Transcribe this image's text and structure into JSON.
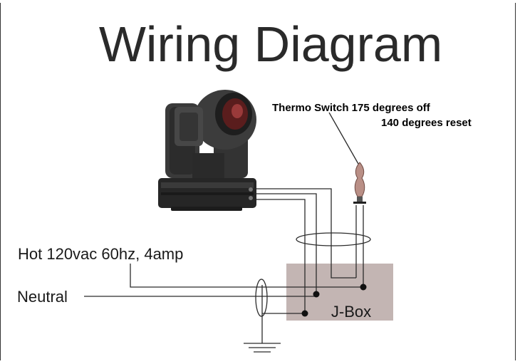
{
  "title": "Wiring Diagram",
  "thermo_switch": {
    "line1": "Thermo Switch 175 degrees off",
    "line2": "140 degrees reset"
  },
  "hot_label": "Hot 120vac 60hz, 4amp",
  "neutral_label": "Neutral",
  "jbox_label": "J-Box",
  "colors": {
    "jbox_fill": "#c3b5b3",
    "thermo_body": "#b98f86",
    "wire": "#2b2b2b",
    "fixture": "#2f2f2f"
  },
  "icons": {
    "fixture": "moving-head-light-icon",
    "thermo": "thermo-switch-icon",
    "ground": "ground-symbol-icon",
    "bundle": "cable-bundle-ring-icon"
  }
}
